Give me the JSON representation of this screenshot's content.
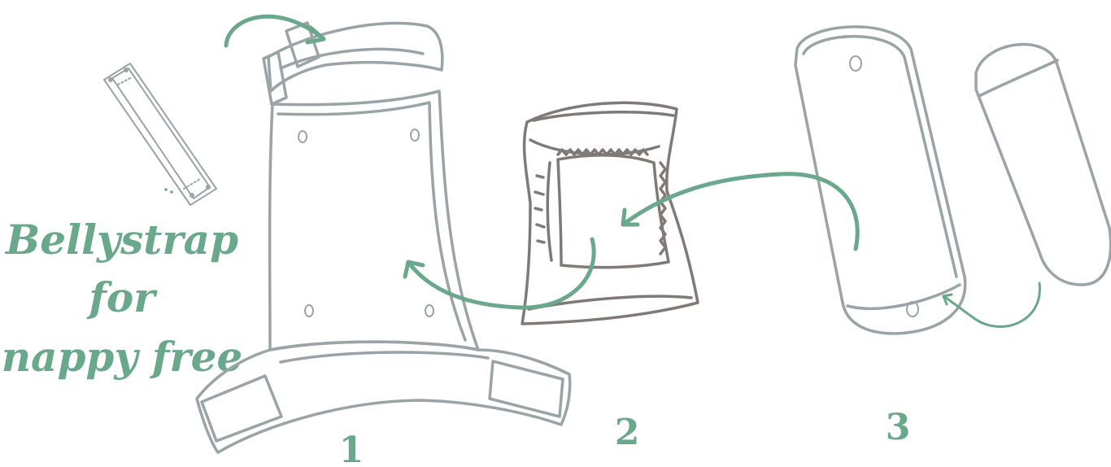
{
  "title": {
    "line1": "Bellystrap",
    "line2": "for",
    "line3": "nappy free"
  },
  "steps": [
    {
      "number": "1"
    },
    {
      "number": "2"
    },
    {
      "number": "3"
    }
  ],
  "colors": {
    "accent": "#6aa88c",
    "outline": "#9aa3a6",
    "outline_dark": "#7f7a78",
    "background": "#ffffff"
  }
}
